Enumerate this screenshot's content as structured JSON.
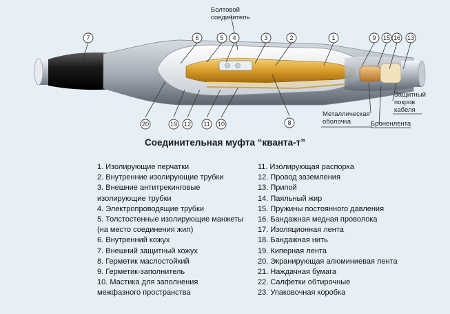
{
  "diagram": {
    "numbers": [
      "1",
      "2",
      "3",
      "4",
      "5",
      "6",
      "7",
      "8",
      "9",
      "10",
      "11",
      "12",
      "13",
      "15",
      "16",
      "19",
      "20"
    ],
    "labels": {
      "bolt_connector": [
        "Болтовой",
        "соединитель"
      ],
      "metal_sheath": [
        "Металлическая",
        "оболочка"
      ],
      "armor": "Броненлента",
      "protective_cover": [
        "Защитный",
        "покров",
        "кабеля"
      ]
    }
  },
  "title": "Соединительная муфта “кванта-т”",
  "legend": {
    "left": [
      "1. Изолирующие перчатки",
      "2. Внутренние изолирующие трубки",
      "3. Внешние антитрекинговые",
      "изолирующие трубки",
      "4. Электропроводящие трубки",
      "5. Толстостенные изолирующие манжеты",
      "(на место соединения жил)",
      "6. Внутренний кожух",
      "7. Внешний защитный кожух",
      "8. Герметик маслостойкий",
      "9. Герметик-заполнитель",
      "10. Мастика для заполнения",
      "межфазного пространства"
    ],
    "right": [
      "11. Изолирующая распорка",
      "12. Провод заземления",
      "13. Припой",
      "14. Паяльный жир",
      "15. Пружины постоянного давления",
      "16. Бандажная медная проволока",
      "17. Изоляционная лента",
      "18. Бандажная нить",
      "19. Киперная лента",
      "20. Экранирующая алюминиевая лента",
      "21. Наждачная бумага",
      "22. Салфетки обтирочные",
      "23. Упаковочная коробка"
    ]
  }
}
